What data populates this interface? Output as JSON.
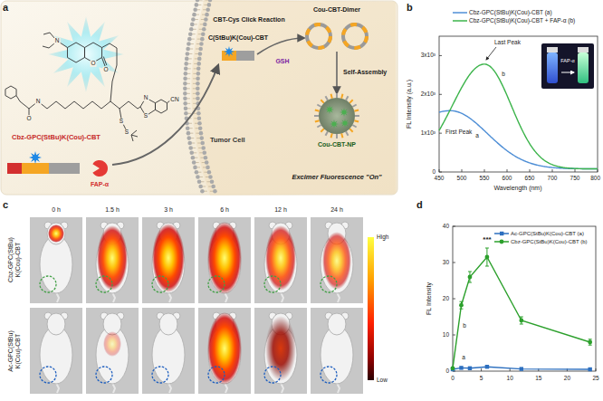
{
  "diagram": {
    "labels": [
      "a",
      "N",
      "O",
      "O",
      "O",
      "N",
      "S",
      "S",
      "N",
      "S",
      "CN",
      "Cbz-GPC(StBu)K(Cou)-CBT",
      "FAP-α",
      "Tumor Cell",
      "CBT-Cys Click Reaction",
      "C(StBu)K(Cou)-CBT",
      "GSH",
      "Cou-CBT-Dimer",
      "Self-Assembly",
      "Cou-CBT-NP",
      "Excimer Fluorescence \"On\"",
      "b",
      "FAP-α",
      "Last Peak",
      "First Peak",
      "b",
      "a",
      "FL Intensity (a.u.)",
      "0",
      "1x10³",
      "2x10³",
      "3x10³",
      "450",
      "500",
      "550",
      "600",
      "650",
      "700",
      "750",
      "800",
      "Wavelength (nm)",
      "c",
      "0 h",
      "1.5 h",
      "3 h",
      "6 h",
      "12 h",
      "24 h",
      "Cbz-GPC(StBu) K(Cou)-CBT",
      "Ac-GPC(StBu) K(Cou)-CBT",
      "High",
      "Low",
      "d",
      "FL Intensity",
      "0",
      "10",
      "20",
      "30",
      "40",
      "0",
      "5",
      "10",
      "15",
      "20",
      "25",
      "***",
      "b",
      "a"
    ],
    "legend": [
      {
        "text": "Cbz-GPC(StBu)K(Cou)-CBT (a)",
        "color": "#4f8fd6"
      },
      {
        "text": "Cbz-GPC(StBu)K(Cou)-CBT + FAP-α (b)",
        "color": "#3cb44b"
      },
      {
        "text": "Ac-GPC(StBu)K(Cou)-CBT (a)",
        "color": "#2c6fbf"
      },
      {
        "text": "Cbz-GPC(StBu)K(Cou)-CBT (b)",
        "color": "#2ca02c"
      }
    ]
  }
}
